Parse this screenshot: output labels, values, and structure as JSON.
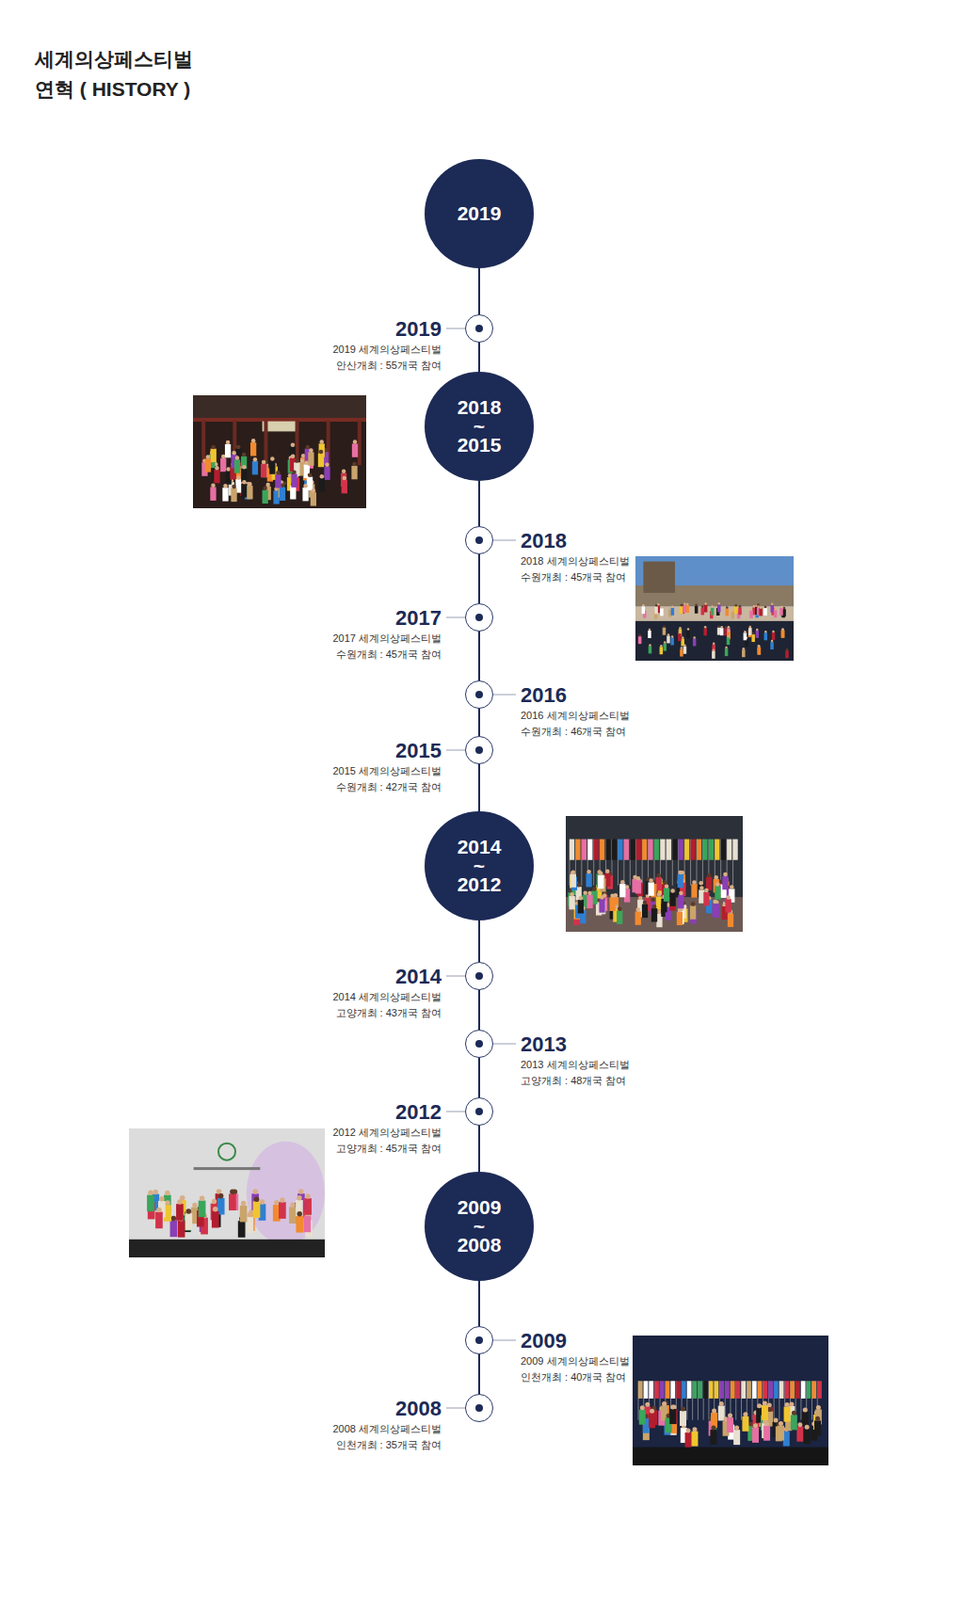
{
  "diagram": {
    "title": "세계의상페스티벌",
    "nodes": [
      {
        "text": [
          "2019"
        ]
      },
      {
        "text": [
          "2019",
          "2019 세계의상페스티벌 안산개최 : 55개국 참여"
        ]
      },
      {
        "text": [
          "2018 ~ 2015"
        ]
      },
      {
        "text": [
          "2018",
          "2018 세계의상페스티벌 수원개최 : 45개국 참여"
        ]
      },
      {
        "text": [
          "2017",
          "2017 세계의상페스티벌 수원개최 : 45개국 참여"
        ]
      },
      {
        "text": [
          "2016",
          "2016 세계의상페스티벌 수원개최 : 46개국 참여"
        ]
      },
      {
        "text": [
          "2015",
          "2015 세계의상페스티벌 수원개최 : 42개국 참여"
        ]
      },
      {
        "text": [
          "2014 ~ 2012"
        ]
      },
      {
        "text": [
          "2014",
          "2014 세계의상페스티벌 고양개최 : 43개국 참여"
        ]
      },
      {
        "text": [
          "2013",
          "2013 세계의상페스티벌 고양개최 : 48개국 참여"
        ]
      },
      {
        "text": [
          "2012",
          "2012 세계의상페스티벌 고양개최 : 45개국 참여"
        ]
      },
      {
        "text": [
          "2009 ~ 2008"
        ]
      },
      {
        "text": [
          "2009",
          "2009 세계의상페스티벌 인천개최 : 40개국 참여"
        ]
      },
      {
        "text": [
          "2008",
          "2008 세계의상페스티벌 인천개최 : 35개국 참여"
        ]
      }
    ],
    "edges": [
      {
        "from": 0,
        "to": 1,
        "arrow": "none"
      },
      {
        "from": 1,
        "to": 2,
        "arrow": "none"
      },
      {
        "from": 2,
        "to": 3,
        "arrow": "none"
      },
      {
        "from": 3,
        "to": 4,
        "arrow": "none"
      },
      {
        "from": 4,
        "to": 5,
        "arrow": "none"
      },
      {
        "from": 5,
        "to": 6,
        "arrow": "none"
      },
      {
        "from": 6,
        "to": 7,
        "arrow": "none"
      },
      {
        "from": 7,
        "to": 8,
        "arrow": "none"
      },
      {
        "from": 8,
        "to": 9,
        "arrow": "none"
      },
      {
        "from": 9,
        "to": 10,
        "arrow": "none"
      },
      {
        "from": 10,
        "to": 11,
        "arrow": "none"
      },
      {
        "from": 11,
        "to": 12,
        "arrow": "none"
      },
      {
        "from": 12,
        "to": 13,
        "arrow": "none"
      }
    ],
    "labels": [
      "연혁 ( HISTORY )"
    ]
  }
}
